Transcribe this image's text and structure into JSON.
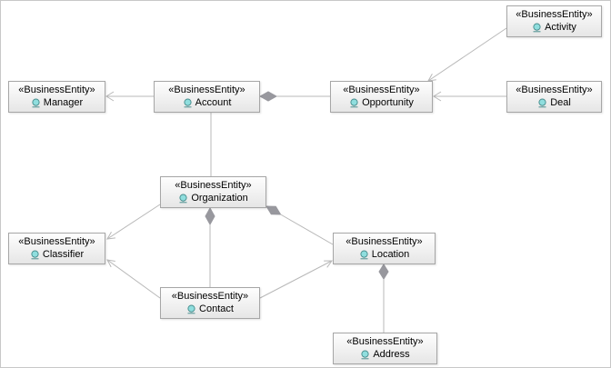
{
  "diagram": {
    "nodes": {
      "manager": {
        "stereotype": "«BusinessEntity»",
        "name": "Manager"
      },
      "account": {
        "stereotype": "«BusinessEntity»",
        "name": "Account"
      },
      "opportunity": {
        "stereotype": "«BusinessEntity»",
        "name": "Opportunity"
      },
      "activity": {
        "stereotype": "«BusinessEntity»",
        "name": "Activity"
      },
      "deal": {
        "stereotype": "«BusinessEntity»",
        "name": "Deal"
      },
      "organization": {
        "stereotype": "«BusinessEntity»",
        "name": "Organization"
      },
      "classifier": {
        "stereotype": "«BusinessEntity»",
        "name": "Classifier"
      },
      "contact": {
        "stereotype": "«BusinessEntity»",
        "name": "Contact"
      },
      "location": {
        "stereotype": "«BusinessEntity»",
        "name": "Location"
      },
      "address": {
        "stereotype": "«BusinessEntity»",
        "name": "Address"
      }
    },
    "edges": [
      {
        "from": "Account",
        "to": "Manager",
        "type": "arrow"
      },
      {
        "from": "Account",
        "to": "Opportunity",
        "type": "diamond"
      },
      {
        "from": "Deal",
        "to": "Opportunity",
        "type": "arrow"
      },
      {
        "from": "Activity",
        "to": "Opportunity",
        "type": "arrow"
      },
      {
        "from": "Account",
        "to": "Organization",
        "type": "plain"
      },
      {
        "from": "Organization",
        "to": "Classifier",
        "type": "arrow"
      },
      {
        "from": "Organization",
        "to": "Contact",
        "type": "diamond"
      },
      {
        "from": "Organization",
        "to": "Location",
        "type": "diamond"
      },
      {
        "from": "Contact",
        "to": "Classifier",
        "type": "arrow"
      },
      {
        "from": "Contact",
        "to": "Location",
        "type": "arrow"
      },
      {
        "from": "Location",
        "to": "Address",
        "type": "diamond"
      }
    ],
    "colors": {
      "canvas_bg": "#ffffff",
      "canvas_border": "#c8c8c8",
      "line_color": "#b8b8b8",
      "diamond_color": "#98989e",
      "node_border": "#a6a6a6",
      "node_bg_top": "#fefefe",
      "node_bg_bottom": "#e6e6e6",
      "icon_fill": "#8fdede",
      "icon_stroke": "#4a8f8f",
      "text_color": "#000000"
    }
  }
}
